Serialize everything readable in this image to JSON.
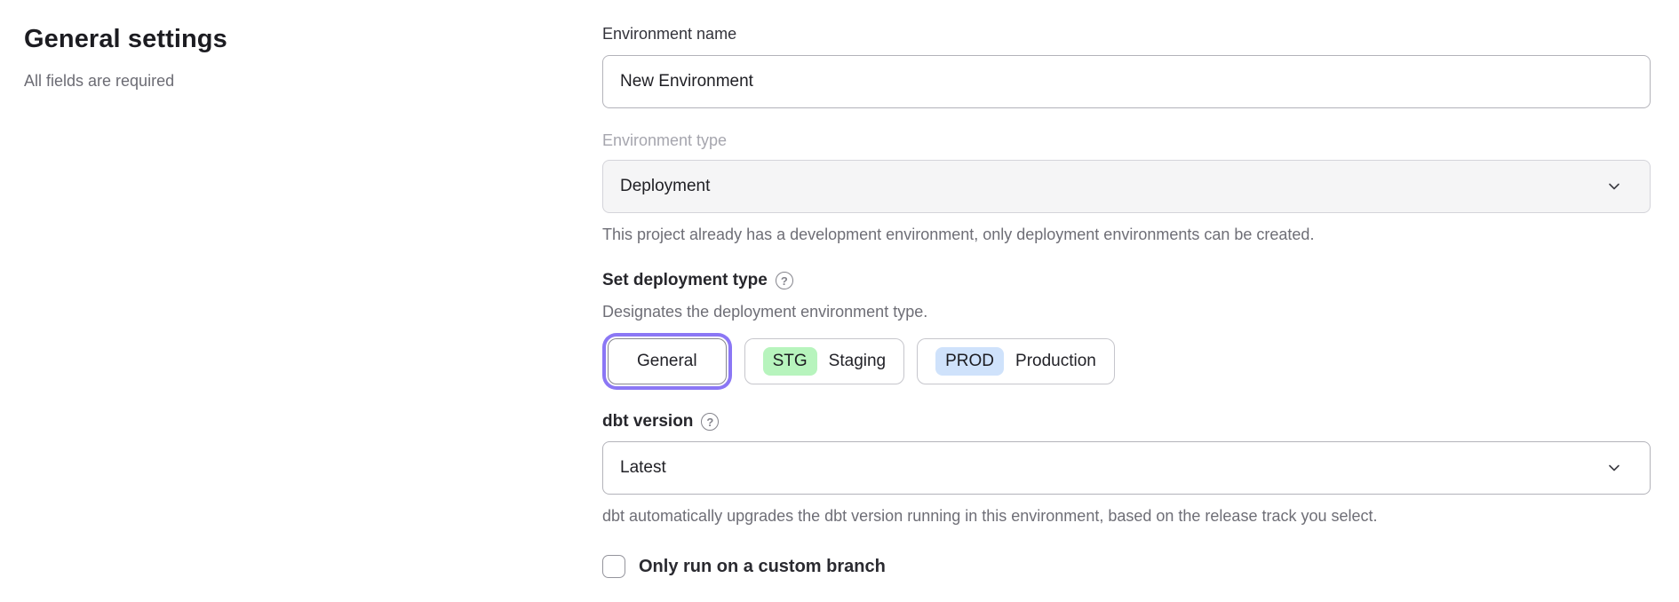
{
  "page": {
    "title": "General settings",
    "subtitle": "All fields are required"
  },
  "form": {
    "environment_name": {
      "label": "Environment name",
      "value": "New Environment"
    },
    "environment_type": {
      "label": "Environment type",
      "value": "Deployment",
      "state": "disabled",
      "helper": "This project already has a development environment, only deployment environments can be created."
    },
    "deployment_type": {
      "label": "Set deployment type",
      "helper": "Designates the deployment environment type.",
      "options": [
        {
          "label": "General",
          "badge": "",
          "selected": true
        },
        {
          "label": "Staging",
          "badge": "STG",
          "badge_color": "#b7f4bd",
          "selected": false
        },
        {
          "label": "Production",
          "badge": "PROD",
          "badge_color": "#cfe2fb",
          "selected": false
        }
      ]
    },
    "dbt_version": {
      "label": "dbt version",
      "value": "Latest",
      "helper": "dbt automatically upgrades the dbt version running in this environment, based on the release track you select."
    },
    "custom_branch": {
      "label": "Only run on a custom branch",
      "checked": false
    }
  },
  "icons": {
    "help": "?",
    "chevron_down": "v"
  },
  "colors": {
    "accent_selected_ring": "#8b77f5",
    "badge_green": "#b7f4bd",
    "badge_blue": "#cfe2fb",
    "helper_text": "#6e6e76",
    "disabled_label": "#a6a6ae",
    "input_border": "#b3b3ba"
  }
}
